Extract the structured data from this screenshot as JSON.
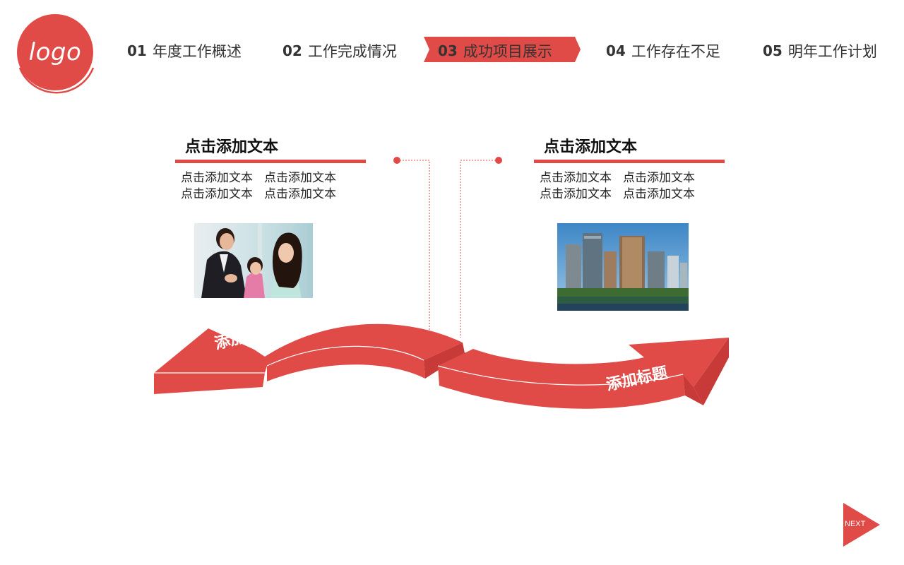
{
  "logo": {
    "text": "logo"
  },
  "nav": [
    {
      "num": "01",
      "label": "年度工作概述",
      "active": false
    },
    {
      "num": "02",
      "label": "工作完成情况",
      "active": false
    },
    {
      "num": "03",
      "label": "成功项目展示",
      "active": true
    },
    {
      "num": "04",
      "label": "工作存在不足",
      "active": false
    },
    {
      "num": "05",
      "label": "明年工作计划",
      "active": false
    }
  ],
  "left": {
    "title": "点击添加文本",
    "lines": [
      "点击添加文本",
      "点击添加文本",
      "点击添加文本",
      "点击添加文本"
    ],
    "arrow_label": "添加标题"
  },
  "right": {
    "title": "点击添加文本",
    "lines": [
      "点击添加文本",
      "点击添加文本",
      "点击添加文本",
      "点击添加文本"
    ],
    "arrow_label": "添加标题"
  },
  "next": {
    "label": "NEXT"
  },
  "colors": {
    "accent": "#e04a47",
    "accent_dark": "#c23532"
  }
}
